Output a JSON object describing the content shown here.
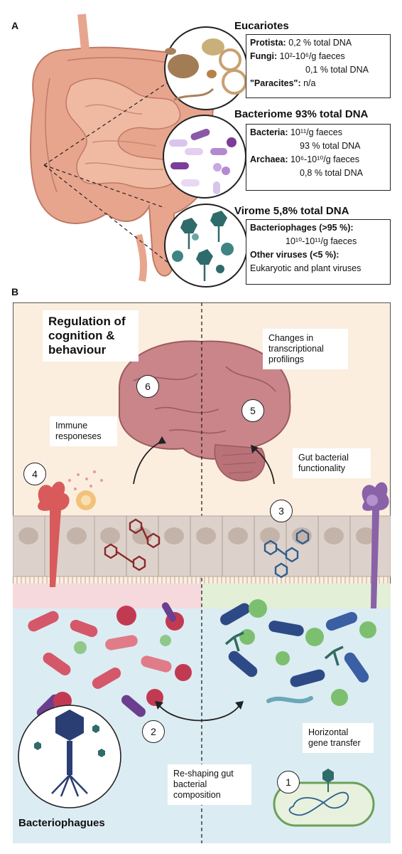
{
  "panel_a": {
    "label": "A",
    "eukaryotes": {
      "heading": "Eucariotes",
      "protista_label": "Protista:",
      "protista_value": "0,2 % total DNA",
      "fungi_label": "Fungi:",
      "fungi_value": "10²-10⁶/g faeces",
      "fungi_value2": "0,1 % total DNA",
      "paracites_label": "\"Paracites\":",
      "paracites_value": "n/a"
    },
    "bacteriome": {
      "heading": "Bacteriome 93% total DNA",
      "bacteria_label": "Bacteria:",
      "bacteria_value": "10¹¹/g faeces",
      "bacteria_value2": "93 % total DNA",
      "archaea_label": "Archaea:",
      "archaea_value": "10⁶-10¹⁰/g faeces",
      "archaea_value2": "0,8 % total DNA"
    },
    "virome": {
      "heading": "Virome 5,8% total DNA",
      "phage_label": "Bacteriophages (>95 %):",
      "phage_value": "10¹⁰-10¹¹/g faeces",
      "other_label": "Other viruses (<5 %):",
      "other_value": "Eukaryotic and plant viruses"
    }
  },
  "panel_b": {
    "label": "B",
    "regulation": "Regulation of cognition & behaviour",
    "transcription": "Changes in transcriptional profilings",
    "immune": "Immune responeses",
    "gut_function": "Gut bacterial functionality",
    "reshaping": "Re-shaping gut bacterial composition",
    "hgt": "Horizontal gene transfer",
    "bacteriophages": "Bacteriophagues",
    "numbers": [
      "1",
      "2",
      "3",
      "4",
      "5",
      "6"
    ]
  },
  "colors": {
    "intestine": "#e8a58e",
    "brain": "#c9858a",
    "left_bacteria": "#d5576a",
    "right_bacteria": "#2e4a86",
    "green_bacteria": "#7cc06f",
    "panel_b_bg": "#fbeedf",
    "lumen_bg": "#dcecf3"
  }
}
